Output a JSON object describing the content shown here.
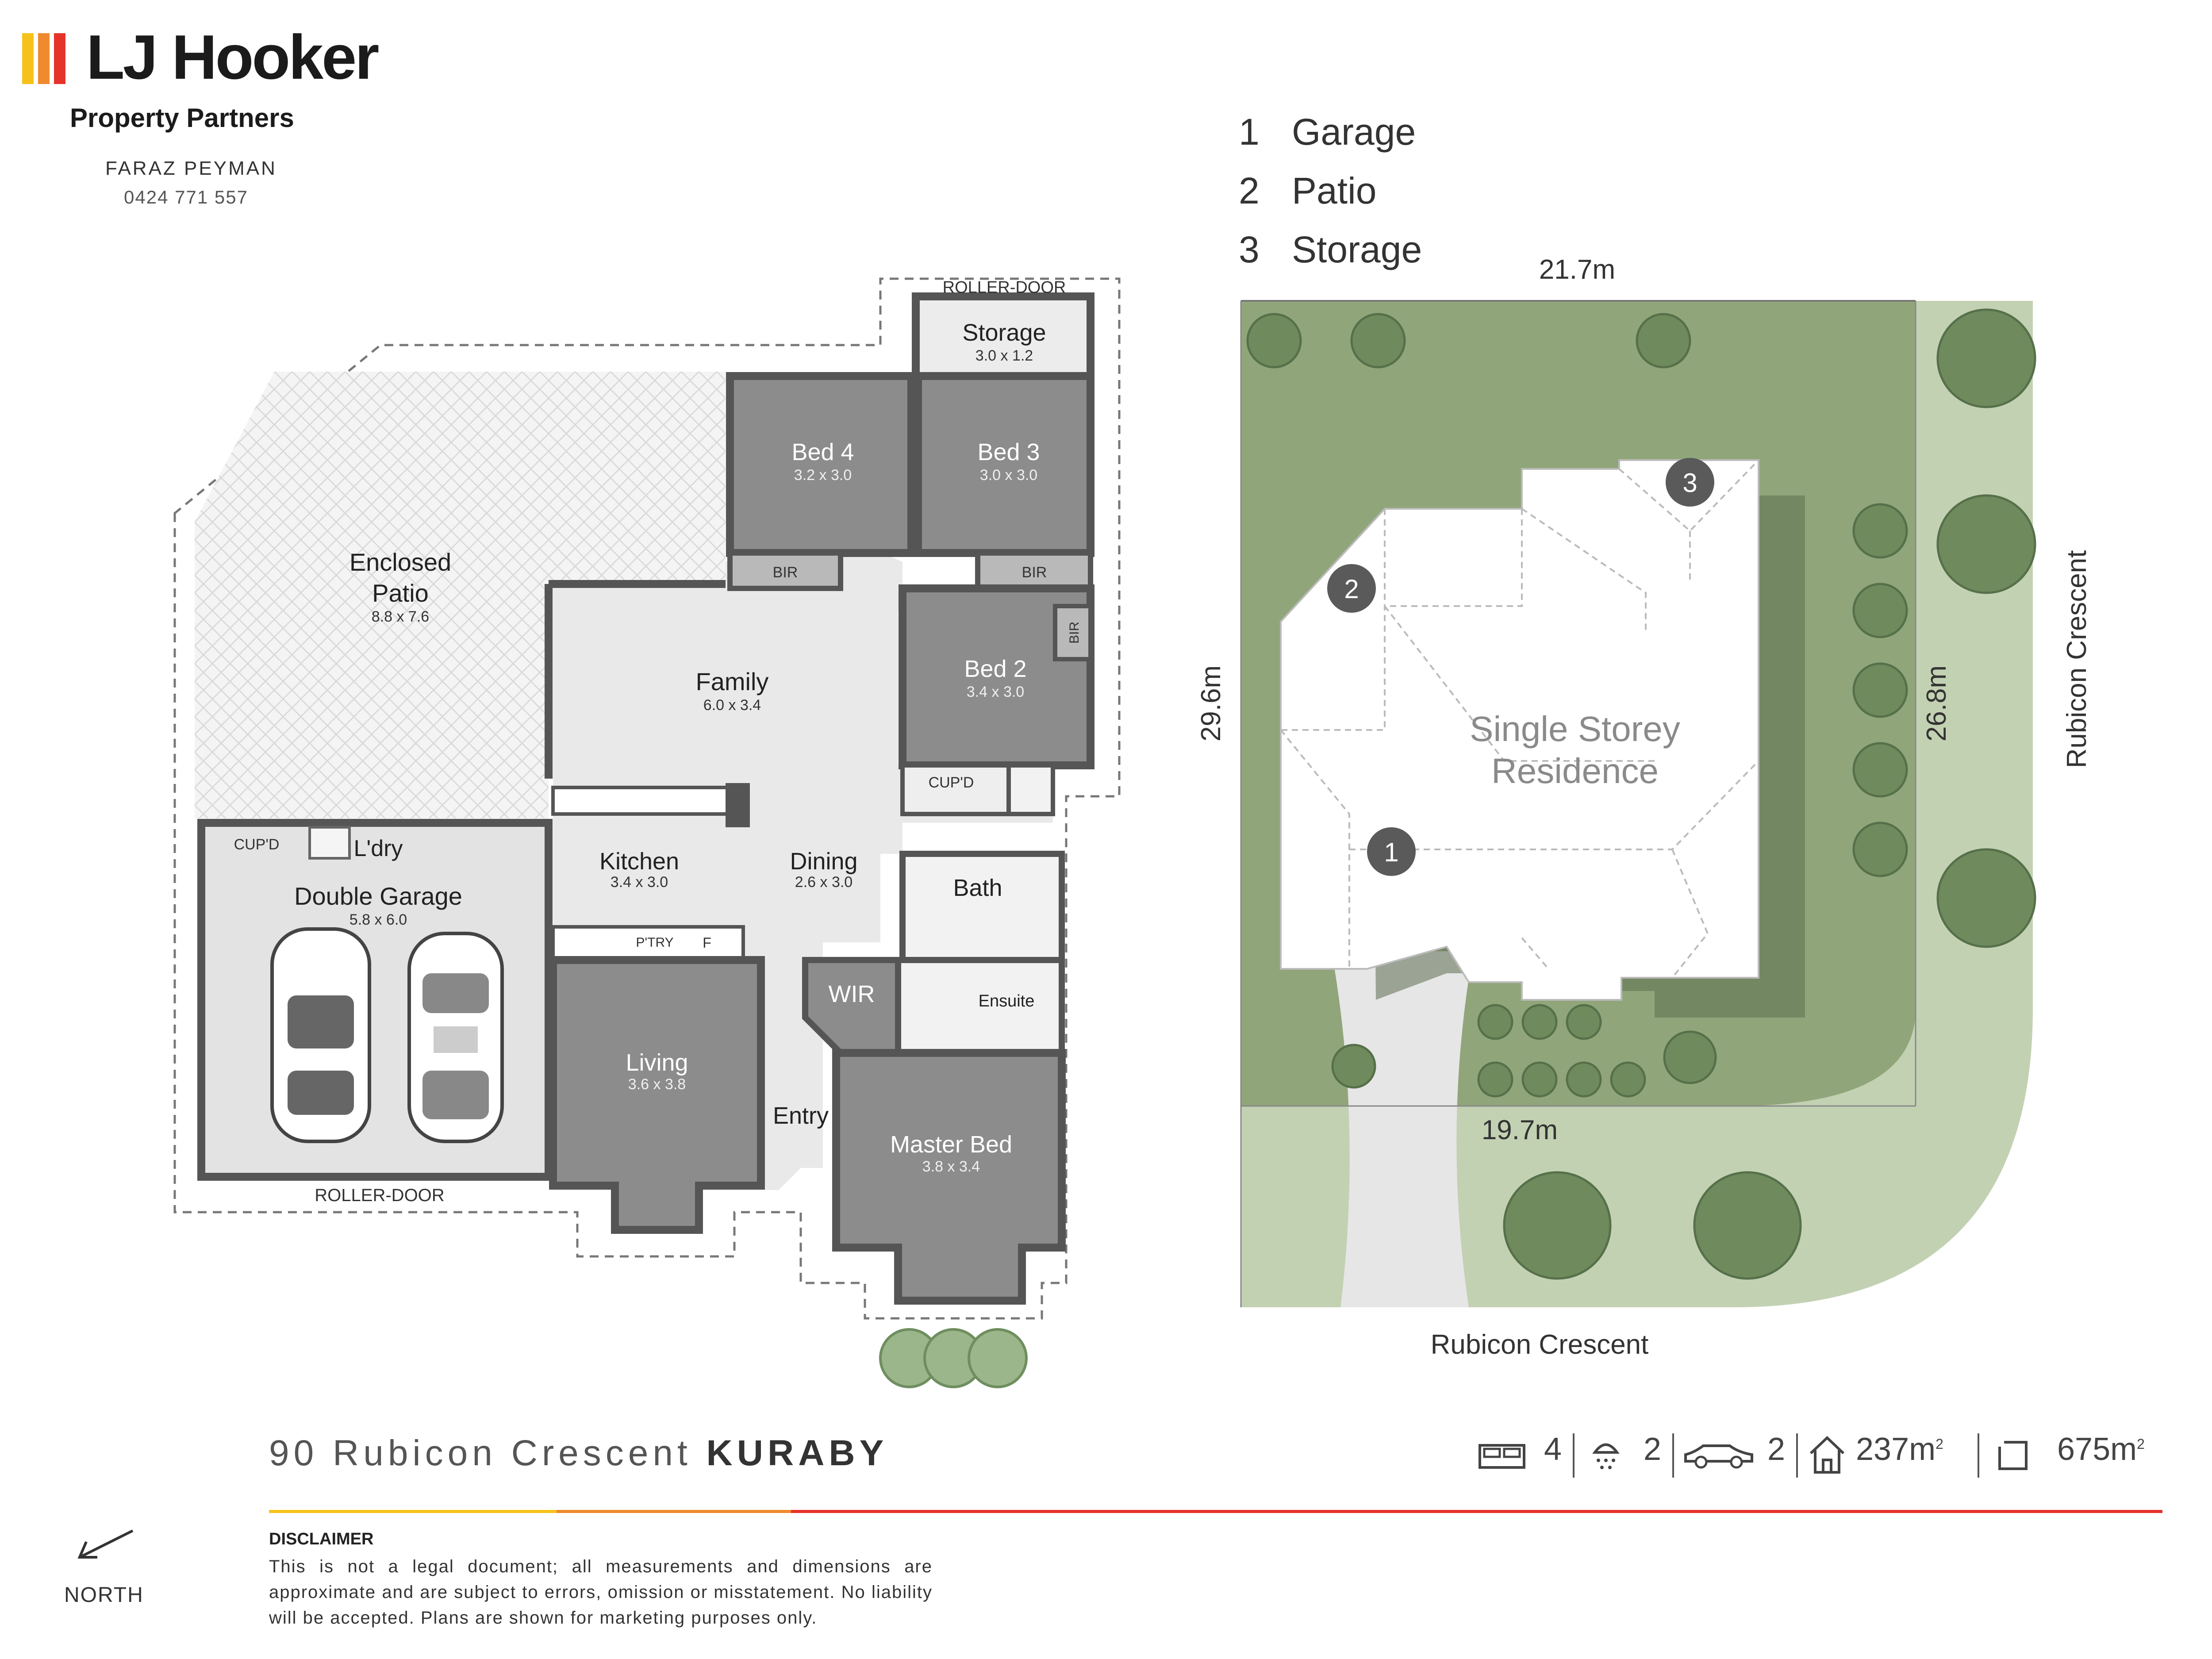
{
  "brand": {
    "name": "LJ Hooker",
    "office": "Property Partners",
    "agent_name": "FARAZ PEYMAN",
    "agent_phone": "0424 771 557",
    "colors": {
      "yellow": "#f6c21a",
      "orange": "#ef8a2f",
      "red": "#e6332a"
    }
  },
  "legend": [
    {
      "num": "1",
      "label": "Garage"
    },
    {
      "num": "2",
      "label": "Patio"
    },
    {
      "num": "3",
      "label": "Storage"
    }
  ],
  "floorplan": {
    "rooms": {
      "roller_door_top": "ROLLER-DOOR",
      "storage": "Storage",
      "storage_dim": "3.0 x 1.2",
      "bed4": "Bed 4",
      "bed4_dim": "3.2 x 3.0",
      "bed3": "Bed 3",
      "bed3_dim": "3.0 x 3.0",
      "bir": "BIR",
      "patio_1": "Enclosed",
      "patio_2": "Patio",
      "patio_dim": "8.8 x 7.6",
      "family": "Family",
      "family_dim": "6.0 x 3.4",
      "bed2": "Bed 2",
      "bed2_dim": "3.4 x 3.0",
      "cupd": "CUP'D",
      "ldry": "L'dry",
      "garage": "Double Garage",
      "garage_dim": "5.8 x 6.0",
      "kitchen": "Kitchen",
      "kitchen_dim": "3.4 x 3.0",
      "dining": "Dining",
      "dining_dim": "2.6 x 3.0",
      "bath": "Bath",
      "ptry": "P'TRY",
      "fridge": "F",
      "ensuite": "Ensuite",
      "wir": "WIR",
      "living": "Living",
      "living_dim": "3.6 x 3.8",
      "entry": "Entry",
      "master": "Master Bed",
      "master_dim": "3.8 x 3.4",
      "roller_door_bottom": "ROLLER-DOOR"
    }
  },
  "siteplan": {
    "top_dim": "21.7m",
    "left_dim": "29.6m",
    "right_dim": "26.8m",
    "bottom_dim": "19.7m",
    "street_right": "Rubicon Crescent",
    "street_bottom": "Rubicon Crescent",
    "residence_1": "Single Storey",
    "residence_2": "Residence",
    "marker_1": "1",
    "marker_2": "2",
    "marker_3": "3"
  },
  "property": {
    "address": "90 Rubicon Crescent",
    "suburb": "KURABY",
    "beds": "4",
    "baths": "2",
    "cars": "2",
    "house_area": "237m",
    "land_area": "675m",
    "area_sup": "2"
  },
  "disclaimer": {
    "heading": "DISCLAIMER",
    "body": "This is not a legal document; all measurements and dimensions are approximate and are subject to errors, omission or misstatement. No liability will be accepted. Plans are shown for marketing purposes only."
  },
  "north": {
    "label": "NORTH"
  }
}
